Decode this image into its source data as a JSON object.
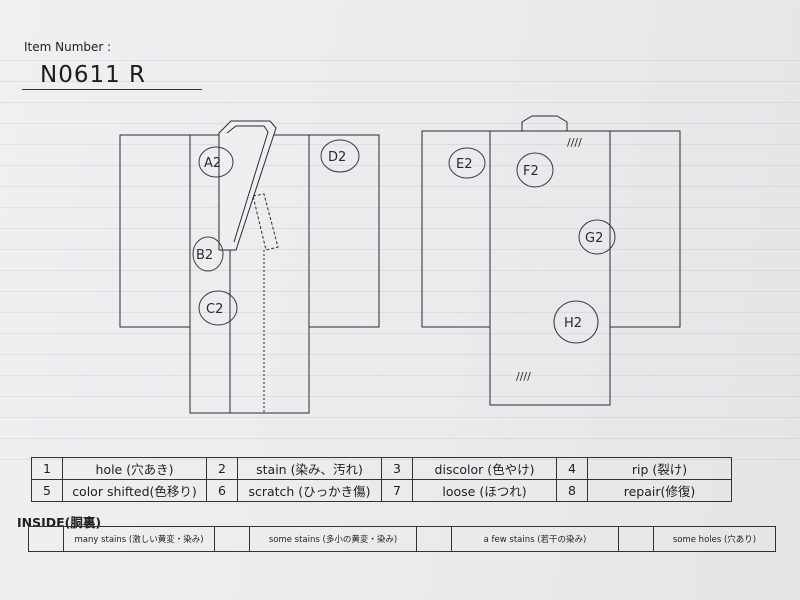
{
  "header": {
    "item_label": "Item Number :",
    "item_number": "N0611   R"
  },
  "front_labels": [
    "A2",
    "B2",
    "C2",
    "D2"
  ],
  "back_labels": [
    "E2",
    "F2",
    "G2",
    "H2"
  ],
  "back_tally": [
    "////",
    "////"
  ],
  "defect_table": {
    "rows": [
      [
        {
          "num": "1",
          "label": "hole (穴あき)"
        },
        {
          "num": "2",
          "label": "stain (染み、汚れ)"
        },
        {
          "num": "3",
          "label": "discolor (色やけ)"
        },
        {
          "num": "4",
          "label": "rip (裂け)"
        }
      ],
      [
        {
          "num": "5",
          "label": "color shifted(色移り)"
        },
        {
          "num": "6",
          "label": "scratch (ひっかき傷)"
        },
        {
          "num": "7",
          "label": "loose (ほつれ)"
        },
        {
          "num": "8",
          "label": "repair(修復)"
        }
      ]
    ]
  },
  "inside": {
    "title": "INSIDE(胴裏)",
    "options": [
      "many stains (激しい黄変・染み)",
      "some stains (多小の黄変・染み)",
      "a few stains (若干の染み)",
      "some holes (穴あり)"
    ]
  }
}
